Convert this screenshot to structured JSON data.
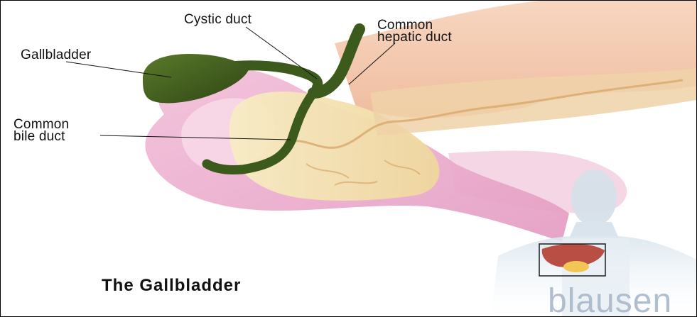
{
  "labels": {
    "gallbladder": "Gallbladder",
    "cystic_duct": "Cystic duct",
    "common_hepatic_duct_line1": "Common",
    "common_hepatic_duct_line2": "hepatic duct",
    "common_bile_duct_line1": "Common",
    "common_bile_duct_line2": "bile duct"
  },
  "title": "The Gallbladder",
  "logo": "blausen",
  "colors": {
    "gallbladder": "#3d5a1f",
    "stomach": "#e8a6c8",
    "pancreas": "#f4e3b3",
    "intestine": "#f2c7a6",
    "liver_inset": "#b5453a",
    "logo": "#a9b8c9"
  }
}
